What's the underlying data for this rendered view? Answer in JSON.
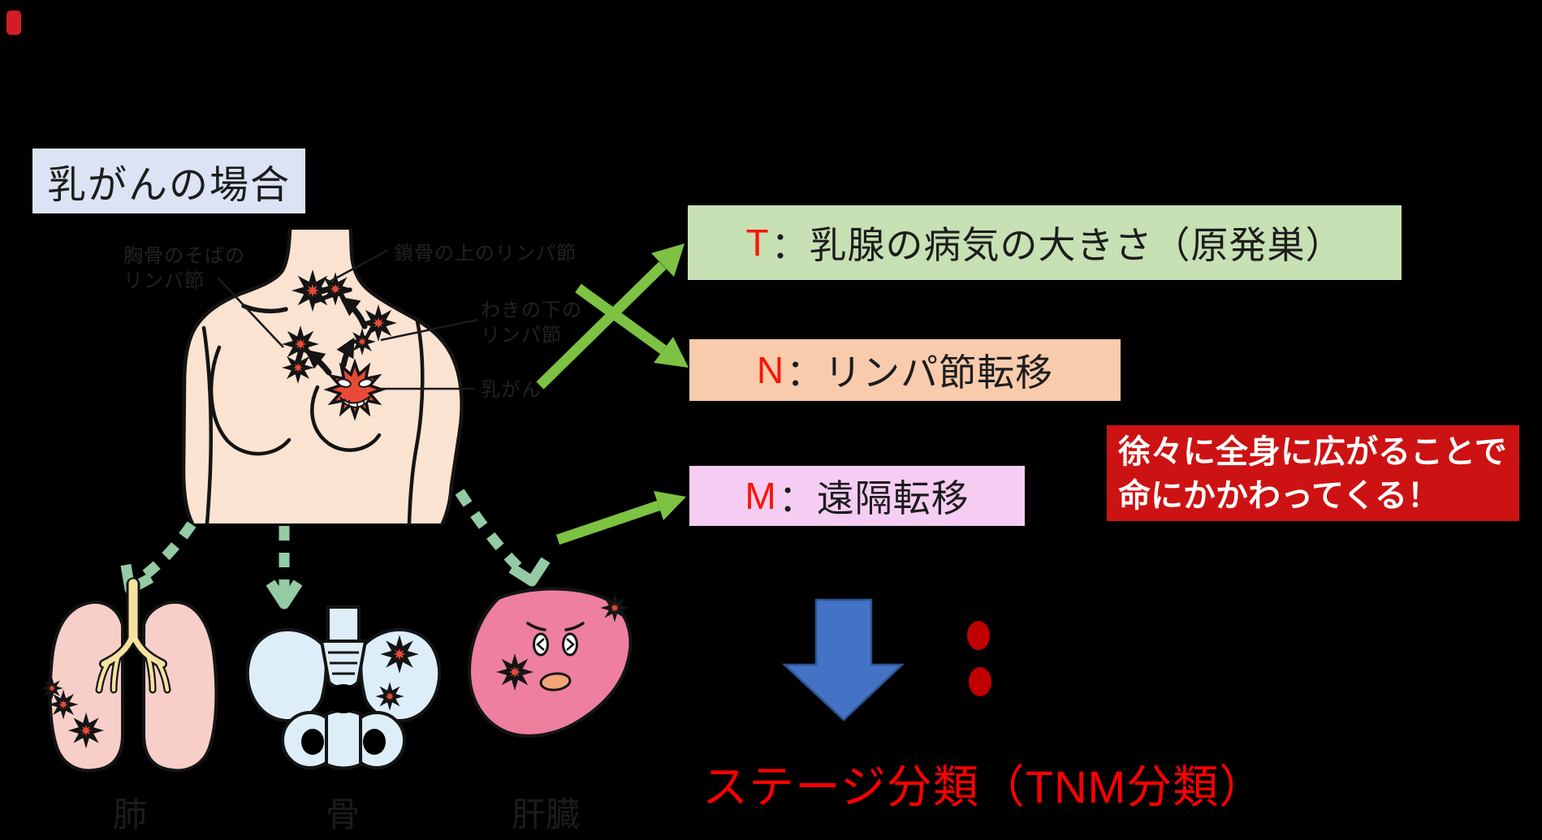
{
  "title": "乳がんの場合",
  "body_labels": {
    "sternum_line1": "胸骨のそばの",
    "sternum_line2": "リンパ節",
    "clavicle": "鎖骨の上のリンパ節",
    "axilla_line1": "わきの下の",
    "axilla_line2": "リンパ節",
    "tumor": "乳がん"
  },
  "tnm_boxes": {
    "t": {
      "letter": "T",
      "rest": "：乳腺の病気の大きさ（原発巣）"
    },
    "n": {
      "letter": "N",
      "rest": "：リンパ節転移"
    },
    "m": {
      "letter": "M",
      "rest": "：遠隔転移"
    }
  },
  "warning": {
    "line1": "徐々に全身に広がることで",
    "line2": "命にかかわってくる！"
  },
  "organ_labels": {
    "lung": "肺",
    "bone": "骨",
    "liver": "肝臓"
  },
  "stage_caption": "ステージ分類（TNM分類）",
  "colors": {
    "background": "#000000",
    "title_bg": "#dbe3f4",
    "t_bg": "#c7e0b4",
    "n_bg": "#f8cbad",
    "m_bg": "#f6cdf2",
    "warning_bg": "#cd1213",
    "warning_text": "#ffffff",
    "tnm_letter_red": "#fa1405",
    "stage_caption_red": "#ff0000",
    "green_arrow": "#7dc242",
    "dashed_arrow": "#94cba4",
    "blue_arrow": "#4472c4",
    "colon_dots": "#c00000",
    "skin": "#fbe3d2",
    "starburst_red": "#e94a38",
    "lung_pink": "#f7cfc8",
    "bronchi_yellow": "#f6e2a0",
    "bone_blue": "#ddeef8",
    "liver_pink": "#ee7f9f"
  }
}
